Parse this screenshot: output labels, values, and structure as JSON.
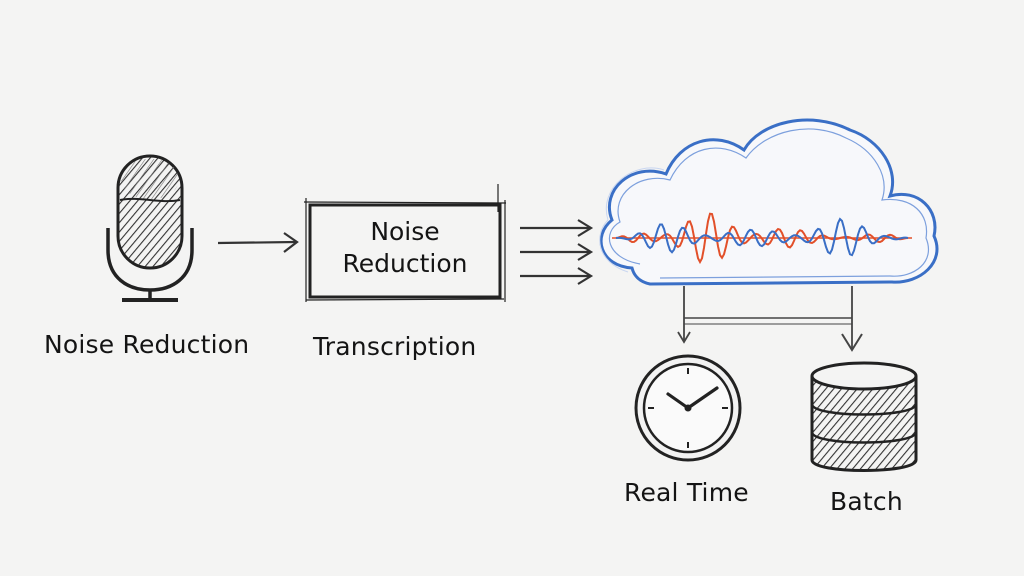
{
  "mic_label": "Noise Reduction",
  "box": {
    "line1": "Noise",
    "line2": "Reduction"
  },
  "box_label": "Transcription",
  "outputs": {
    "realtime_label": "Real Time",
    "batch_label": "Batch"
  },
  "colors": {
    "ink": "#2a2a2a",
    "cloud_outline": "#3a6fc6",
    "wave_red": "#e2502a",
    "wave_blue": "#3a6fc6",
    "background": "#f4f4f3"
  }
}
